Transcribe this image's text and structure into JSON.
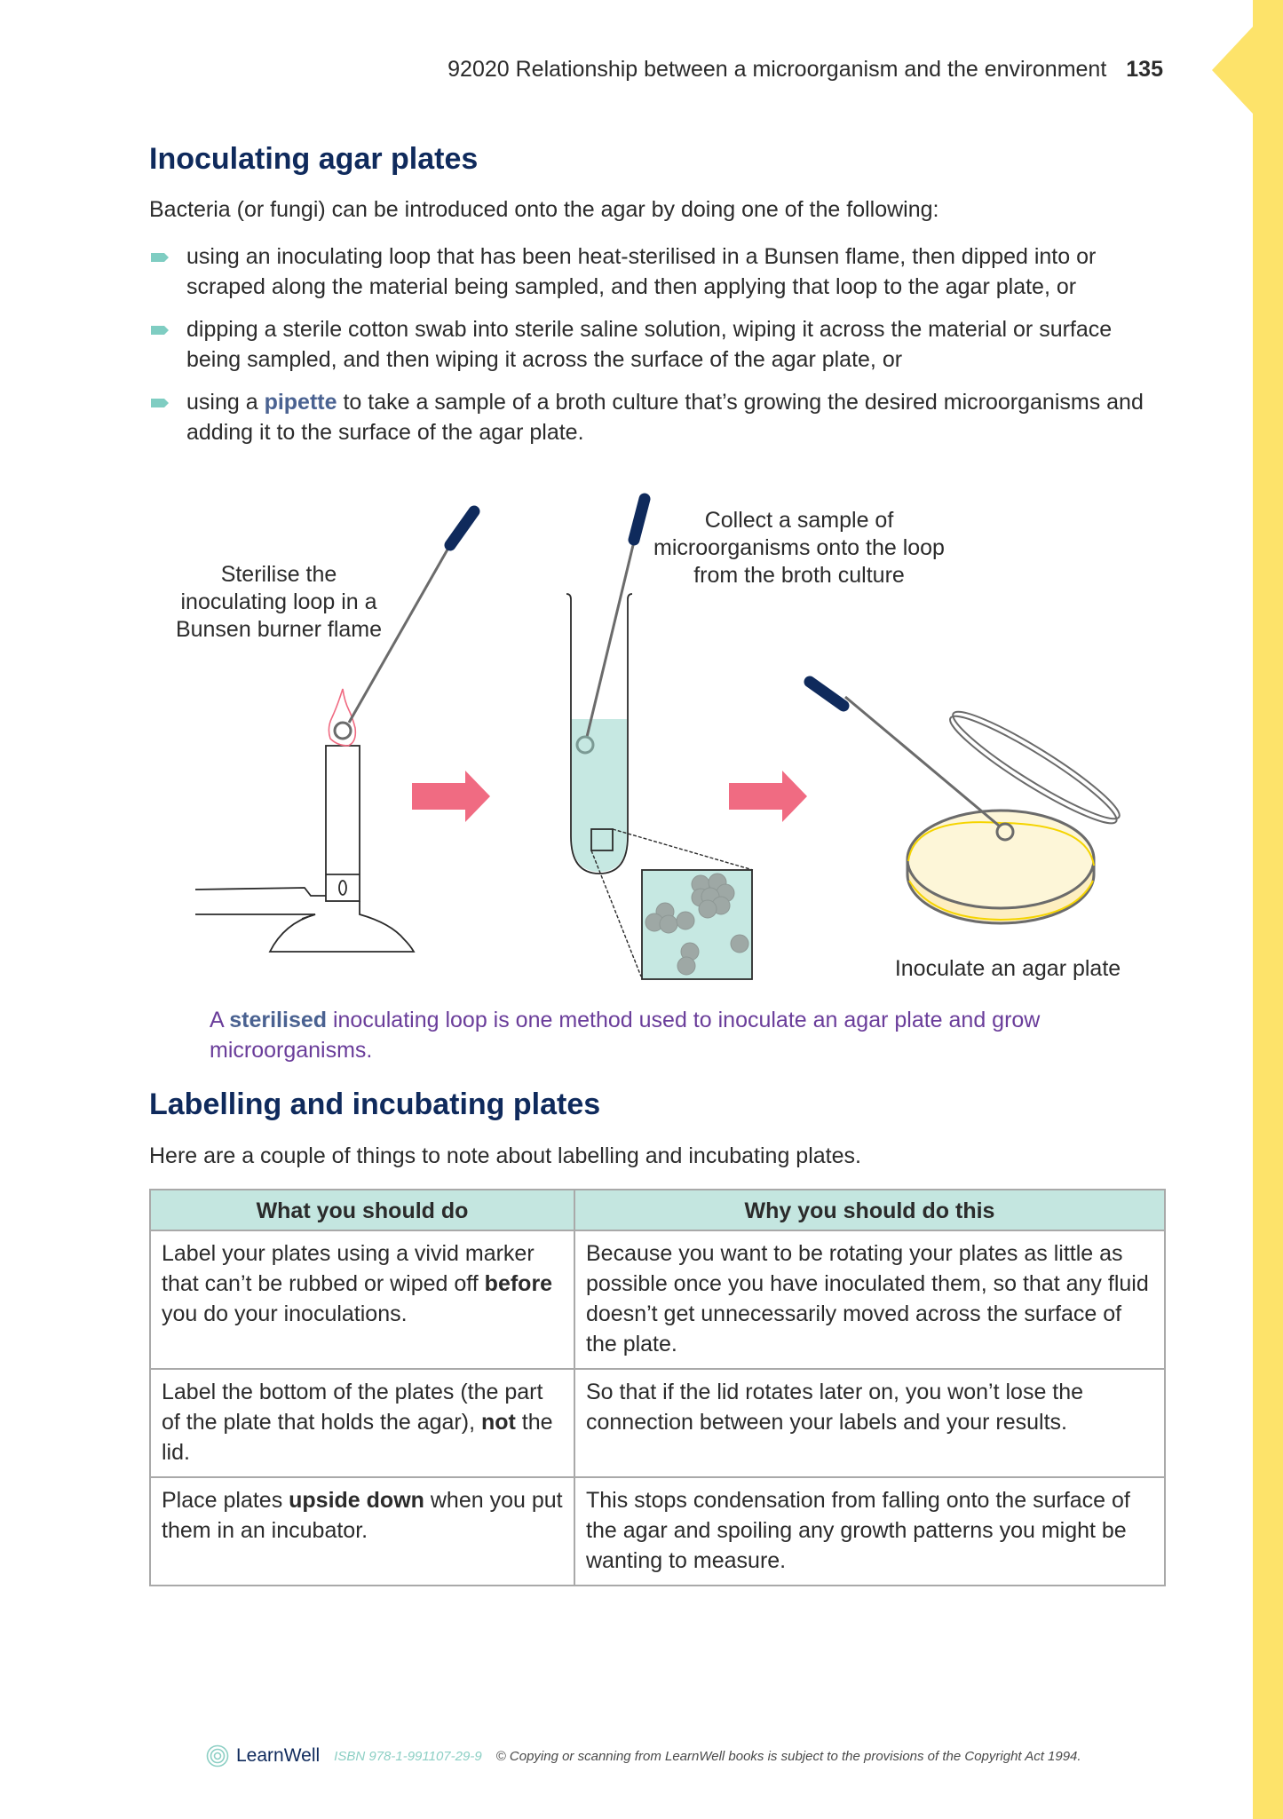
{
  "running_head": {
    "title": "92020 Relationship between a microorganism and the environment",
    "page_number": "135"
  },
  "colors": {
    "heading": "#0f2a5c",
    "keyword": "#4a6291",
    "caption": "#6a3d9a",
    "bullet": "#7fcdc2",
    "accent_arrow": "#f06b82",
    "side_tab": "#fde36a",
    "table_header": "#c4e6e0",
    "broth": "#c6e8e2",
    "agar": "#fdf6d8",
    "loop_handle": "#0f2a5c"
  },
  "section1": {
    "heading": "Inoculating agar plates",
    "intro": "Bacteria (or fungi) can be introduced onto the agar by doing one of the following:",
    "bullets": [
      {
        "text": "using an inoculating loop that has been heat-sterilised in a Bunsen flame, then dipped into or scraped along the material being sampled, and then applying that loop to the agar plate, or"
      },
      {
        "text": "dipping a sterile cotton swab into sterile saline solution, wiping it across the material or surface being sampled, and then wiping it across the surface of the agar plate, or"
      },
      {
        "before": "using a ",
        "keyword": "pipette",
        "after": " to take a sample of a broth culture that’s growing the desired microorganisms and adding it to the surface of the agar plate."
      }
    ]
  },
  "diagram": {
    "step1_label": "Sterilise the inoculating loop in a Bunsen burner flame",
    "step2_label": "Collect a sample of microorganisms onto the loop from the broth culture",
    "step3_label": "Inoculate an agar plate",
    "burner_collar_mark": "0"
  },
  "caption": {
    "before": "A ",
    "keyword": "sterilised",
    "after": " inoculating loop is one method used to inoculate an agar plate and grow microorganisms."
  },
  "section2": {
    "heading": "Labelling and incubating plates",
    "intro": "Here are a couple of things to note about labelling and incubating plates."
  },
  "table": {
    "headers": [
      "What you should do",
      "Why you should do this"
    ],
    "rows": [
      {
        "do_before": "Label your plates using a vivid marker that can’t be rubbed or wiped off ",
        "do_bold": "before",
        "do_after": " you do your inoculations.",
        "why": "Because you want to be rotating your plates as little as possible once you have inoculated them, so that any fluid doesn’t get unnecessarily moved across the surface of the plate."
      },
      {
        "do_before": "Label the bottom of the plates (the part of the plate that holds the agar), ",
        "do_bold": "not",
        "do_after": " the lid.",
        "why": "So that if the lid rotates later on, you won’t lose the connection between your labels and your results."
      },
      {
        "do_before": "Place plates ",
        "do_bold": "upside down",
        "do_after": " when you put them in an incubator.",
        "why": "This stops condensation from falling onto the surface of the agar and spoiling any growth patterns you might be wanting to measure."
      }
    ]
  },
  "footer": {
    "brand": "LearnWell",
    "isbn": "ISBN 978-1-991107-29-9",
    "copyright": "© Copying or scanning from LearnWell books is subject to the provisions of the Copyright Act 1994."
  }
}
